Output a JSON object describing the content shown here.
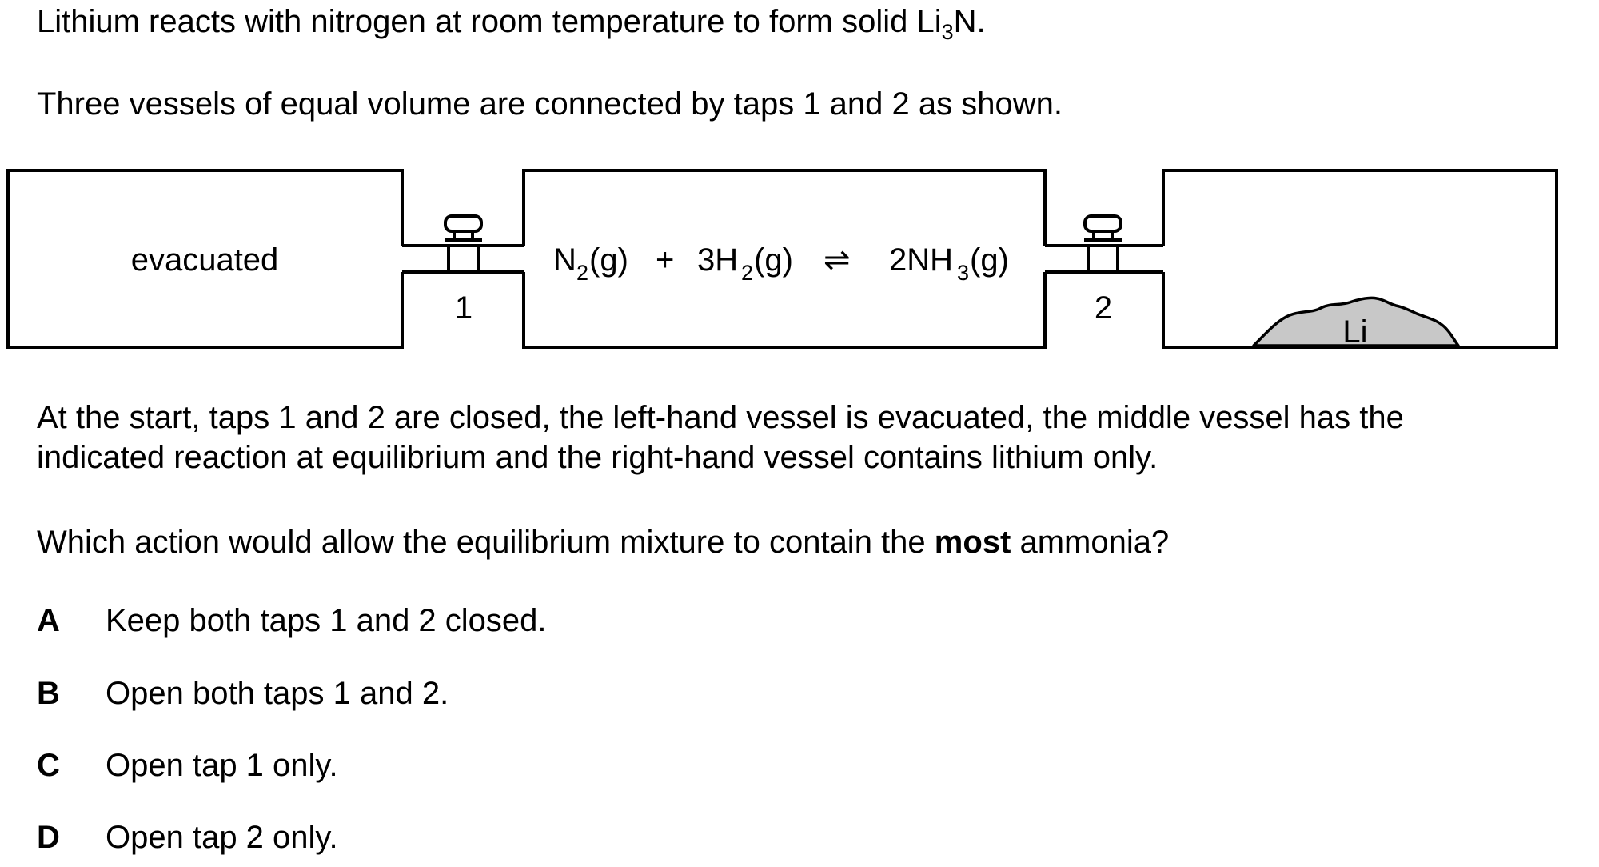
{
  "intro": {
    "line1_pre": "Lithium reacts with nitrogen at room temperature to form solid Li",
    "line1_sub": "3",
    "line1_post": "N.",
    "line2": "Three vessels of equal volume are connected by taps 1 and 2 as shown."
  },
  "diagram": {
    "left_vessel_label": "evacuated",
    "tap1_label": "1",
    "tap2_label": "2",
    "lithium_label": "Li",
    "equation": {
      "n2": "N",
      "n2_sub": "2",
      "n2_state": "(g)",
      "plus": "+",
      "h2": "3H",
      "h2_sub": "2",
      "h2_state": "(g)",
      "arrow": "⇌",
      "nh3": "2NH",
      "nh3_sub": "3",
      "nh3_state": "(g)"
    }
  },
  "paragraph": {
    "line1": "At the start, taps 1 and 2 are closed, the left-hand vessel is evacuated, the middle vessel has the",
    "line2": "indicated reaction at equilibrium and the right-hand vessel contains lithium only."
  },
  "question": {
    "pre": "Which action would allow the equilibrium mixture to contain the ",
    "bold": "most",
    "post": " ammonia?"
  },
  "options": [
    {
      "letter": "A",
      "text": "Keep both taps 1 and 2 closed."
    },
    {
      "letter": "B",
      "text": "Open both taps 1 and 2."
    },
    {
      "letter": "C",
      "text": "Open tap 1 only."
    },
    {
      "letter": "D",
      "text": "Open tap 2 only."
    }
  ],
  "colors": {
    "lithium_fill": "#c8c8c8",
    "stroke": "#000000"
  }
}
